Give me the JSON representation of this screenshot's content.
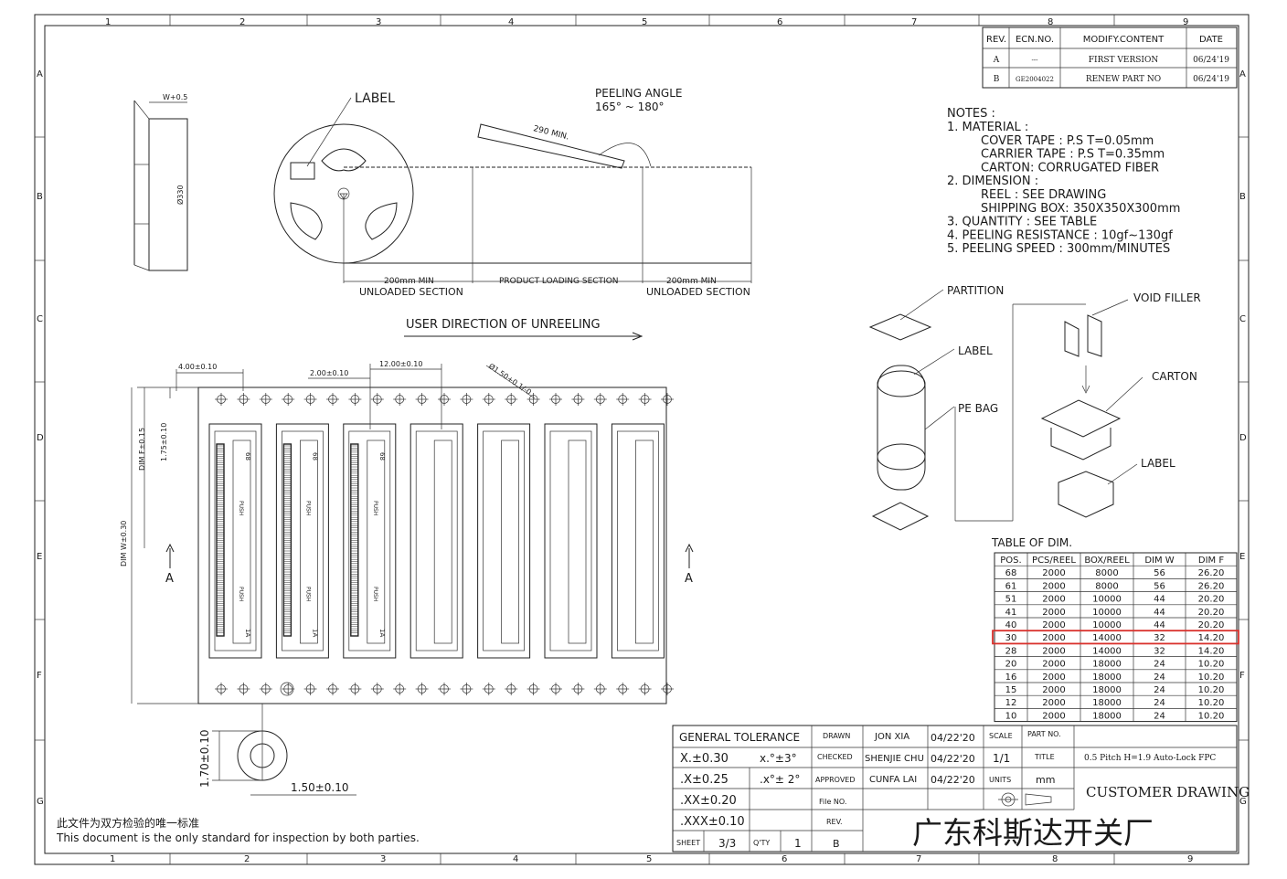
{
  "frame": {
    "top_zones": [
      "1",
      "2",
      "3",
      "4",
      "5",
      "6",
      "7",
      "8",
      "9"
    ],
    "side_zones": [
      "A",
      "B",
      "C",
      "D",
      "E",
      "F",
      "G"
    ]
  },
  "revision_table": {
    "headers": [
      "REV.",
      "ECN.NO.",
      "MODIFY.CONTENT",
      "DATE"
    ],
    "rows": [
      [
        "A",
        "---",
        "FIRST VERSION",
        "06/24'19"
      ],
      [
        "B",
        "GE2004022",
        "RENEW PART NO",
        "06/24'19"
      ]
    ]
  },
  "notes": {
    "title": "NOTES :",
    "lines": [
      "1. MATERIAL :",
      "COVER TAPE : P.S T=0.05mm",
      "CARRIER TAPE : P.S T=0.35mm",
      "CARTON: CORRUGATED FIBER",
      "2. DIMENSION :",
      "REEL : SEE DRAWING",
      "SHIPPING BOX: 350X350X300mm",
      "3. QUANTITY : SEE TABLE",
      "4. PEELING RESISTANCE : 10gf~130gf",
      "5. PEELING SPEED : 300mm/MINUTES"
    ]
  },
  "reel": {
    "width_dim": "W+0.5",
    "diameter_dim": "Ø330",
    "label": "LABEL",
    "peeling_angle_title": "PEELING ANGLE",
    "peeling_angle_value": "165° ~ 180°",
    "min_length": "290 MIN.",
    "sections": [
      {
        "dim": "200mm MIN",
        "name": "UNLOADED SECTION"
      },
      {
        "dim": "",
        "name": "PRODUCT LOADING SECTION"
      },
      {
        "dim": "200mm MIN",
        "name": "UNLOADED SECTION"
      }
    ],
    "direction": "USER DIRECTION OF UNREELING"
  },
  "tape": {
    "dims": [
      "4.00±0.10",
      "2.00±0.10",
      "12.00±0.10",
      "Ø1.50+0.1/-0"
    ],
    "dim_f": "DIM F±0.15",
    "dim_f2": "1.75±0.10",
    "dim_w": "DIM W±0.30",
    "section_mark": "A",
    "connector_labels": {
      "top": "68",
      "bottom": "1A",
      "push": "PUSH"
    },
    "hole_dims": [
      "1.70±0.10",
      "1.50±0.10"
    ]
  },
  "packing": {
    "partition": "PARTITION",
    "void_filler": "VOID FILLER",
    "label1": "LABEL",
    "pe_bag": "PE BAG",
    "carton": "CARTON",
    "label2": "LABEL"
  },
  "dim_table": {
    "title": "TABLE OF DIM.",
    "headers": [
      "POS.",
      "PCS/REEL",
      "BOX/REEL",
      "DIM W",
      "DIM F"
    ],
    "rows": [
      [
        "68",
        "2000",
        "8000",
        "56",
        "26.20"
      ],
      [
        "61",
        "2000",
        "8000",
        "56",
        "26.20"
      ],
      [
        "51",
        "2000",
        "10000",
        "44",
        "20.20"
      ],
      [
        "41",
        "2000",
        "10000",
        "44",
        "20.20"
      ],
      [
        "40",
        "2000",
        "10000",
        "44",
        "20.20"
      ],
      [
        "30",
        "2000",
        "14000",
        "32",
        "14.20"
      ],
      [
        "28",
        "2000",
        "14000",
        "32",
        "14.20"
      ],
      [
        "20",
        "2000",
        "18000",
        "24",
        "10.20"
      ],
      [
        "16",
        "2000",
        "18000",
        "24",
        "10.20"
      ],
      [
        "15",
        "2000",
        "18000",
        "24",
        "10.20"
      ],
      [
        "12",
        "2000",
        "18000",
        "24",
        "10.20"
      ],
      [
        "10",
        "2000",
        "18000",
        "24",
        "10.20"
      ]
    ],
    "highlight_color": "#d9302b"
  },
  "title_block": {
    "general_tolerance": "GENERAL TOLERANCE",
    "tol_linear": [
      "X.±0.30",
      ".X±0.25",
      ".XX±0.20",
      ".XXX±0.10"
    ],
    "tol_angular": [
      "x.°±3°",
      ".x°± 2°"
    ],
    "drawn_label": "DRAWN",
    "drawn_name": "JON XIA",
    "drawn_date": "04/22'20",
    "checked_label": "CHECKED",
    "checked_name": "SHENJIE CHU",
    "checked_date": "04/22'20",
    "approved_label": "APPROVED",
    "approved_name": "CUNFA LAI",
    "approved_date": "04/22'20",
    "file_no_label": "File NO.",
    "rev_label": "REV.",
    "rev_value": "B",
    "scale_label": "SCALE",
    "scale_value": "1/1",
    "units_label": "UNITS",
    "units_value": "mm",
    "part_no_label": "PART NO.",
    "title_label": "TITLE",
    "title_value": "0.5 Pitch H=1.9 Auto-Lock FPC",
    "customer_drawing": "CUSTOMER DRAWING",
    "sheet_label": "SHEET",
    "sheet_value": "3/3",
    "qty_label": "Q'TY",
    "qty_value": "1",
    "company": "广东科斯达开关厂"
  },
  "footer": {
    "cn": "此文件为双方检验的唯一标准",
    "en": "This document is the only standard for inspection by both parties."
  }
}
